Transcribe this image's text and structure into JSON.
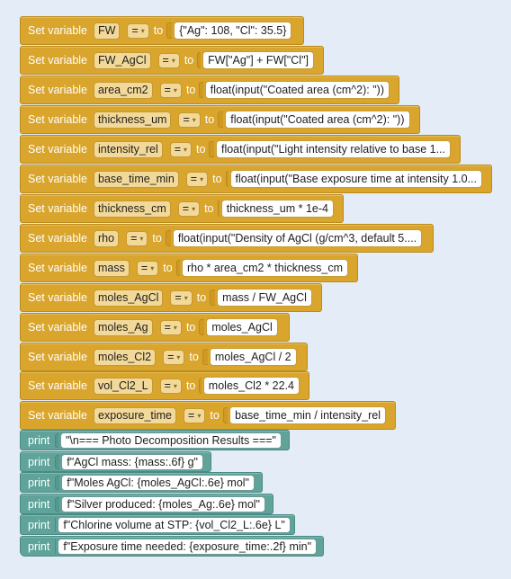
{
  "labels": {
    "set_variable": "Set variable",
    "to": "to",
    "print": "print",
    "dropdown_caret": "▾"
  },
  "assignments": [
    {
      "variable": "FW",
      "operator": "=",
      "expression": "{\"Ag\": 108, \"Cl\": 35.5}"
    },
    {
      "variable": "FW_AgCl",
      "operator": "=",
      "expression": "FW[\"Ag\"] + FW[\"Cl\"]"
    },
    {
      "variable": "area_cm2",
      "operator": "=",
      "expression": "float(input(\"Coated area (cm^2): \"))"
    },
    {
      "variable": "thickness_um",
      "operator": "=",
      "expression": "float(input(\"Coated area (cm^2): \"))"
    },
    {
      "variable": "intensity_rel",
      "operator": "=",
      "expression": "float(input(\"Light intensity relative to base 1..."
    },
    {
      "variable": "base_time_min",
      "operator": "=",
      "expression": "float(input(\"Base exposure time at intensity 1.0..."
    },
    {
      "variable": "thickness_cm",
      "operator": "=",
      "expression": "thickness_um * 1e-4"
    },
    {
      "variable": "rho",
      "operator": "=",
      "expression": "float(input(\"Density of AgCl (g/cm^3, default 5...."
    },
    {
      "variable": "mass",
      "operator": "=",
      "expression": "rho * area_cm2 * thickness_cm"
    },
    {
      "variable": "moles_AgCl",
      "operator": "=",
      "expression": "mass / FW_AgCl"
    },
    {
      "variable": "moles_Ag",
      "operator": "=",
      "expression": "moles_AgCl"
    },
    {
      "variable": "moles_Cl2",
      "operator": "=",
      "expression": "moles_AgCl / 2"
    },
    {
      "variable": "vol_Cl2_L",
      "operator": "=",
      "expression": "moles_Cl2 * 22.4"
    },
    {
      "variable": "exposure_time",
      "operator": "=",
      "expression": "base_time_min / intensity_rel"
    }
  ],
  "prints": [
    {
      "expression": "\"\\n=== Photo Decomposition Results ===\""
    },
    {
      "expression": "f\"AgCl mass: {mass:.6f} g\""
    },
    {
      "expression": "f\"Moles AgCl: {moles_AgCl:.6e} mol\""
    },
    {
      "expression": "f\"Silver produced: {moles_Ag:.6e} mol\""
    },
    {
      "expression": "f\"Chlorine volume at STP: {vol_Cl2_L:.6e} L\""
    },
    {
      "expression": "f\"Exposure time needed: {exposure_time:.2f} min\""
    }
  ],
  "colors": {
    "variables_block": "#d9a52c",
    "text_block": "#5fa39a",
    "workspace": "#e4ecf7"
  }
}
